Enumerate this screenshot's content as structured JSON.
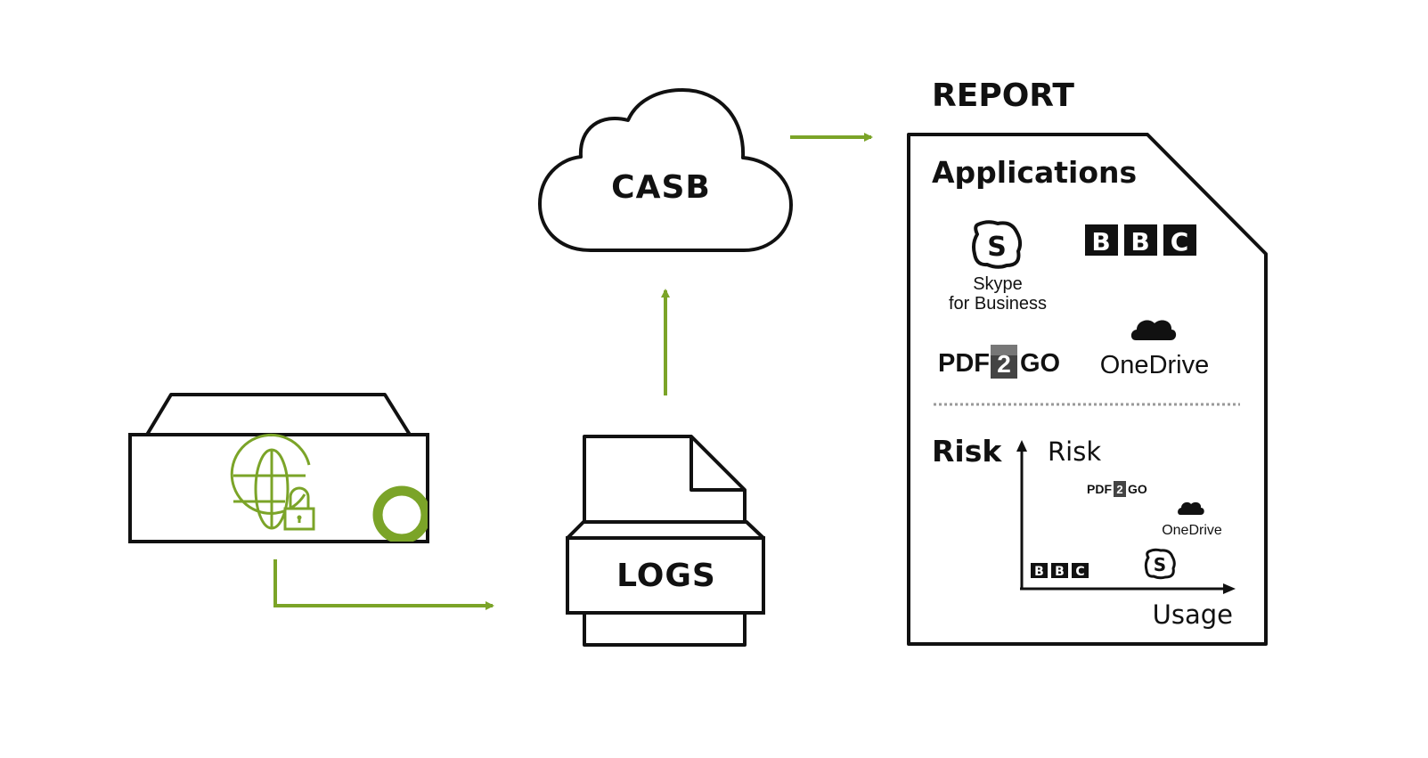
{
  "colors": {
    "accent": "#7BA428",
    "ink": "#111111",
    "background": "#ffffff"
  },
  "icons": [
    "server-appliance-icon",
    "globe-icon",
    "padlock-icon",
    "cloud-icon",
    "log-document-icon",
    "skype-icon",
    "onedrive-cloud-icon"
  ],
  "cloud": {
    "label": "CASB"
  },
  "logs": {
    "label": "LOGS"
  },
  "report": {
    "title": "REPORT",
    "applications_heading": "Applications",
    "risk_heading": "Risk",
    "apps": {
      "skype_line1": "Skype",
      "skype_line2": "for Business",
      "bbc_letters": [
        "B",
        "B",
        "C"
      ],
      "pdf2go_left": "PDF",
      "pdf2go_mid": "2",
      "pdf2go_right": "GO",
      "onedrive": "OneDrive"
    },
    "risk_chart": {
      "y_axis_label": "Risk",
      "x_axis_label": "Usage",
      "plotted_apps": [
        "PDF2GO",
        "OneDrive",
        "BBC",
        "Skype for Business"
      ]
    }
  }
}
